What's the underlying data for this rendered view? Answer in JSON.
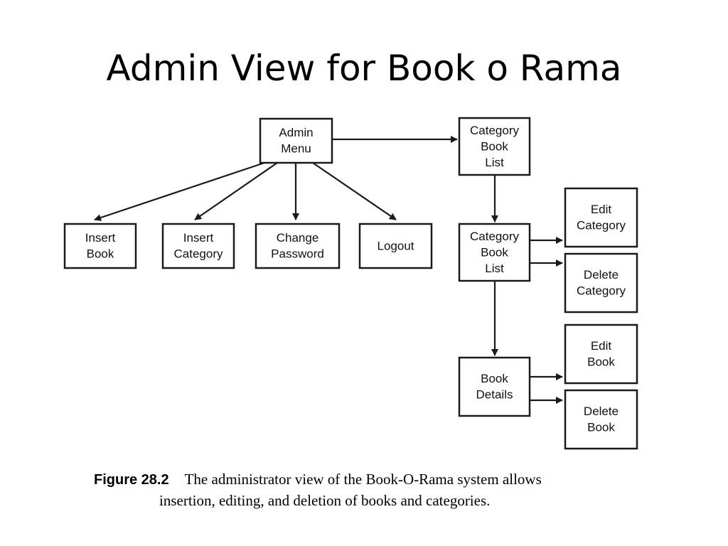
{
  "slide": {
    "title": "Admin View for Book o Rama"
  },
  "diagram": {
    "nodes": [
      {
        "id": "admin-menu",
        "lines": [
          "Admin",
          "Menu"
        ]
      },
      {
        "id": "category-book-list-top",
        "lines": [
          "Category",
          "Book",
          "List"
        ]
      },
      {
        "id": "insert-book",
        "lines": [
          "Insert",
          "Book"
        ]
      },
      {
        "id": "insert-category",
        "lines": [
          "Insert",
          "Category"
        ]
      },
      {
        "id": "change-password",
        "lines": [
          "Change",
          "Password"
        ]
      },
      {
        "id": "logout",
        "lines": [
          "Logout"
        ]
      },
      {
        "id": "category-book-list",
        "lines": [
          "Category",
          "Book",
          "List"
        ]
      },
      {
        "id": "edit-category",
        "lines": [
          "Edit",
          "Category"
        ]
      },
      {
        "id": "delete-category",
        "lines": [
          "Delete",
          "Category"
        ]
      },
      {
        "id": "book-details",
        "lines": [
          "Book",
          "Details"
        ]
      },
      {
        "id": "edit-book",
        "lines": [
          "Edit",
          "Book"
        ]
      },
      {
        "id": "delete-book",
        "lines": [
          "Delete",
          "Book"
        ]
      }
    ],
    "edges": [
      {
        "from": "admin-menu",
        "to": "category-book-list-top"
      },
      {
        "from": "admin-menu",
        "to": "insert-book"
      },
      {
        "from": "admin-menu",
        "to": "insert-category"
      },
      {
        "from": "admin-menu",
        "to": "change-password"
      },
      {
        "from": "admin-menu",
        "to": "logout"
      },
      {
        "from": "category-book-list-top",
        "to": "category-book-list"
      },
      {
        "from": "category-book-list",
        "to": "edit-category"
      },
      {
        "from": "category-book-list",
        "to": "delete-category"
      },
      {
        "from": "category-book-list",
        "to": "book-details"
      },
      {
        "from": "book-details",
        "to": "edit-book"
      },
      {
        "from": "book-details",
        "to": "delete-book"
      }
    ]
  },
  "caption": {
    "label": "Figure 28.2",
    "line1": "The administrator view of the Book-O-Rama system allows",
    "line2": "insertion, editing, and deletion of books and categories."
  }
}
